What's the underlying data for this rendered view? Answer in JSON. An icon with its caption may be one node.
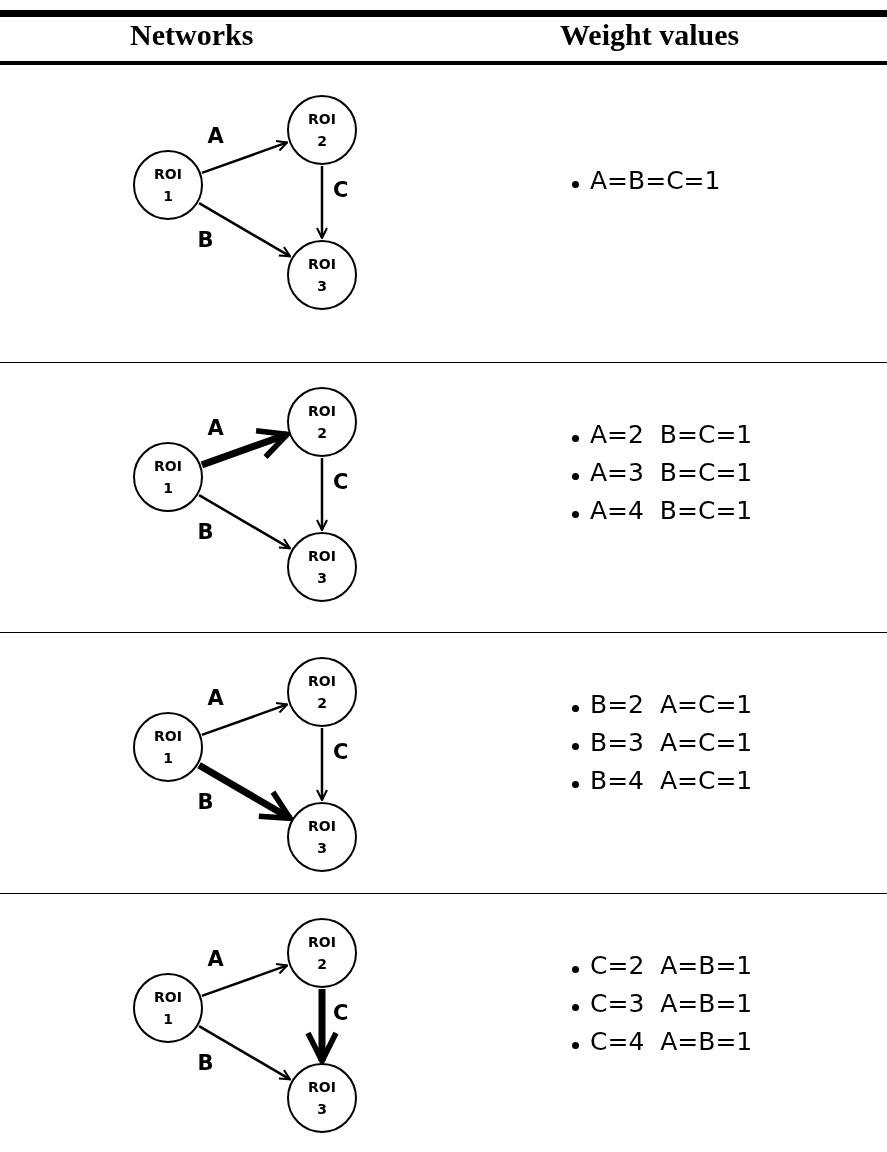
{
  "diagram": {
    "nodes": [
      {
        "text": [
          "ROI 1"
        ]
      },
      {
        "text": [
          "ROI 2"
        ]
      },
      {
        "text": [
          "ROI 3"
        ]
      },
      {
        "text": [
          "ROI 1"
        ]
      },
      {
        "text": [
          "ROI 2"
        ]
      },
      {
        "text": [
          "ROI 3"
        ]
      },
      {
        "text": [
          "ROI 1"
        ]
      },
      {
        "text": [
          "ROI 2"
        ]
      },
      {
        "text": [
          "ROI 3"
        ]
      },
      {
        "text": [
          "ROI 1"
        ]
      },
      {
        "text": [
          "ROI 2"
        ]
      },
      {
        "text": [
          "ROI 3"
        ]
      }
    ],
    "edges": [
      {
        "from": 0,
        "to": 1,
        "arrow": "to",
        "label": "A"
      },
      {
        "from": 1,
        "to": 2,
        "arrow": "to",
        "label": "C"
      },
      {
        "from": 0,
        "to": 2,
        "arrow": "to",
        "label": "B"
      },
      {
        "from": 3,
        "to": 4,
        "arrow": "to",
        "label": "A",
        "style": "thick"
      },
      {
        "from": 4,
        "to": 5,
        "arrow": "to",
        "label": "C"
      },
      {
        "from": 3,
        "to": 5,
        "arrow": "to",
        "label": "B"
      },
      {
        "from": 6,
        "to": 7,
        "arrow": "to",
        "label": "A"
      },
      {
        "from": 7,
        "to": 8,
        "arrow": "to",
        "label": "C"
      },
      {
        "from": 6,
        "to": 8,
        "arrow": "to",
        "label": "B",
        "style": "thick"
      },
      {
        "from": 9,
        "to": 10,
        "arrow": "to",
        "label": "A"
      },
      {
        "from": 10,
        "to": 11,
        "arrow": "to",
        "label": "C",
        "style": "thick"
      },
      {
        "from": 9,
        "to": 11,
        "arrow": "to",
        "label": "B"
      }
    ],
    "labels": [
      "Networks",
      "Weight values",
      "A=B=C=1",
      "A=2  B=C=1",
      "A=3  B=C=1",
      "A=4  B=C=1",
      "B=2  A=C=1",
      "B=3  A=C=1",
      "B=4  A=C=1",
      "C=2  A=B=1",
      "C=3  A=B=1",
      "C=4  A=B=1"
    ]
  }
}
